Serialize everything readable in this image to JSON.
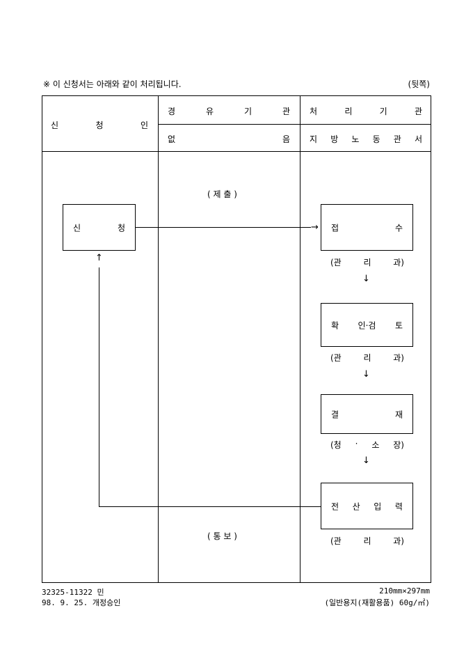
{
  "header": {
    "note": "※ 이 신청서는 아래와 같이 처리됩니다.",
    "back_label": "(뒷쪽)"
  },
  "table": {
    "applicant": [
      "신",
      "청",
      "인"
    ],
    "via_agency": [
      "경",
      "유",
      "기",
      "관"
    ],
    "via_none": [
      "없",
      "음"
    ],
    "proc_agency": [
      "처",
      "리",
      "기",
      "관"
    ],
    "proc_office": [
      "지",
      "방",
      "노",
      "동",
      "관",
      "서"
    ]
  },
  "flow": {
    "submit_label": "( 제 출 )",
    "notify_label": "( 통 보 )",
    "apply": [
      "신",
      "청"
    ],
    "receive": [
      "접",
      "수"
    ],
    "receive_dept": [
      "(관",
      "리",
      "과)"
    ],
    "review": [
      "확",
      "인·검",
      "토"
    ],
    "review_dept": [
      "(관",
      "리",
      "과)"
    ],
    "approve": [
      "결",
      "재"
    ],
    "approve_dept": [
      "(청",
      "·",
      "소",
      "장)"
    ],
    "input": [
      "전",
      "산",
      "입",
      "력"
    ],
    "input_dept": [
      "(관",
      "리",
      "과)"
    ],
    "arrow_right": "→",
    "arrow_down": "↓",
    "arrow_up": "↑"
  },
  "footer": {
    "form_no": "32325-11322 민",
    "approval": "98. 9. 25. 개정승인",
    "size": "210mm×297mm",
    "paper": "(일반용지(재활용품) 60g/㎡)"
  }
}
